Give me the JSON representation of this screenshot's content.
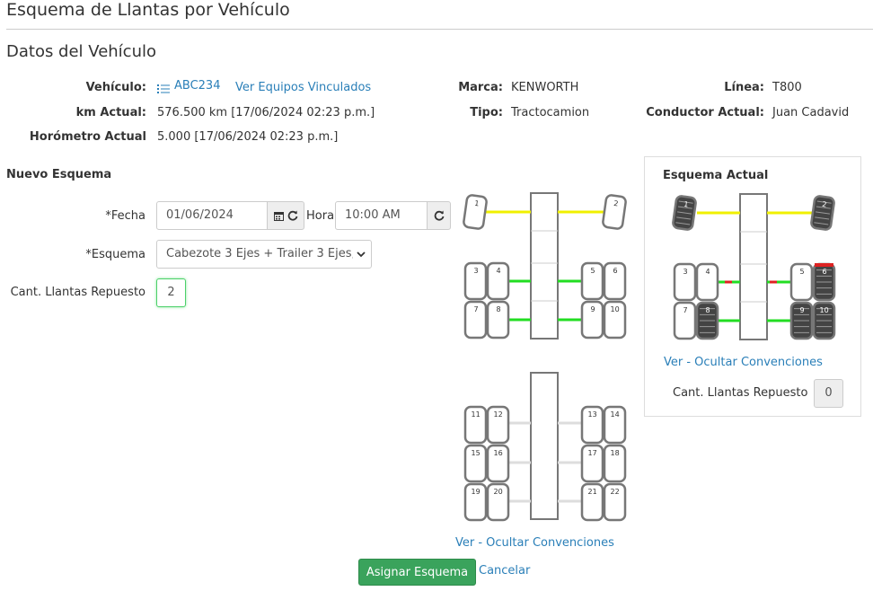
{
  "page_title": "Esquema de Llantas por Vehículo",
  "section_title": "Datos del Vehículo",
  "vehicle": {
    "vehiculo_label": "Vehículo:",
    "vehiculo_value": "ABC234",
    "equipos_link": "Ver Equipos Vinculados",
    "km_label": "km Actual:",
    "km_value": "576.500 km [17/06/2024 02:23 p.m.]",
    "horometro_label": "Horómetro Actual",
    "horometro_value": "5.000 [17/06/2024 02:23 p.m.]",
    "marca_label": "Marca:",
    "marca_value": "KENWORTH",
    "tipo_label": "Tipo:",
    "tipo_value": "Tractocamion",
    "linea_label": "Línea:",
    "linea_value": "T800",
    "conductor_label": "Conductor Actual:",
    "conductor_value": "Juan Cadavid"
  },
  "nuevo": {
    "title": "Nuevo Esquema",
    "fecha_label": "*Fecha",
    "fecha_value": "01/06/2024",
    "hora_label": "Hora",
    "hora_value": "10:00 AM",
    "esquema_label": "*Esquema",
    "esquema_value": "Cabezote 3 Ejes + Trailer 3 Ejes, 2",
    "repuesto_label": "Cant. Llantas Repuesto",
    "repuesto_value": "2",
    "convenciones_link": "Ver - Ocultar Convenciones"
  },
  "actual": {
    "title": "Esquema Actual",
    "convenciones_link": "Ver - Ocultar Convenciones",
    "repuesto_label": "Cant. Llantas Repuesto",
    "repuesto_value": "0"
  },
  "tires_new": [
    "1",
    "2",
    "3",
    "4",
    "5",
    "6",
    "7",
    "8",
    "9",
    "10",
    "11",
    "12",
    "13",
    "14",
    "15",
    "16",
    "17",
    "18",
    "19",
    "20",
    "21",
    "22"
  ],
  "tires_actual": [
    "1",
    "2",
    "3",
    "4",
    "5",
    "6",
    "7",
    "8",
    "9",
    "10"
  ],
  "footer": {
    "submit": "Asignar Esquema",
    "cancel": "Cancelar"
  },
  "colors": {
    "axle_front": "#f0f000",
    "axle_drive": "#22dd22",
    "axle_trailer": "#dddddd",
    "axle_damaged": "#dd2222",
    "link": "#2a7fb8",
    "success": "#3aa35c"
  },
  "icons": [
    "list-icon",
    "calendar-icon",
    "refresh-icon",
    "chevron-down-icon",
    "tire-icon"
  ]
}
